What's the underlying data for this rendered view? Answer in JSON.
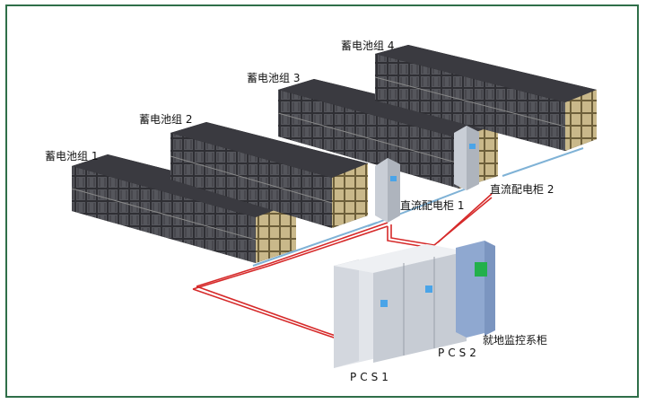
{
  "battery_groups": [
    {
      "label": "蓄电池组 1"
    },
    {
      "label": "蓄电池组 2"
    },
    {
      "label": "蓄电池组 3"
    },
    {
      "label": "蓄电池组 4"
    }
  ],
  "dc_cabinets": [
    {
      "label": "直流配电柜 1"
    },
    {
      "label": "直流配电柜 2"
    }
  ],
  "pcs_units": [
    {
      "label": "PCS1"
    },
    {
      "label": "PCS2"
    }
  ],
  "monitor_cabinet": {
    "label": "就地监控系柜"
  },
  "colors": {
    "frame": "#2f6f49",
    "battery_dark": "#2b2b2f",
    "battery_mid": "#5a5a60",
    "cable_red": "#d62a2a",
    "cable_blue": "#7fb2d6",
    "cabinet_gray": "#d7dbe1",
    "monitor_blue": "#9db3d6",
    "screen_green": "#22b04b",
    "screen_blue": "#4aa4e8"
  }
}
